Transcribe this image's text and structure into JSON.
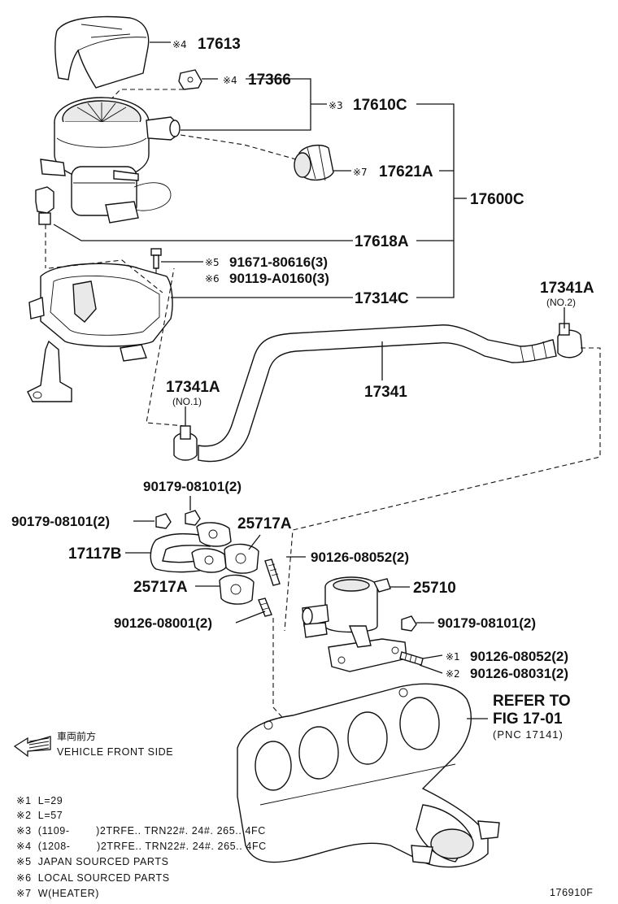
{
  "labels": {
    "p17613": "17613",
    "p17366": "17366",
    "p17610C": "17610C",
    "p17621A": "17621A",
    "p17600C": "17600C",
    "p17618A": "17618A",
    "p91671": "91671-80616(3)",
    "p90119": "90119-A0160(3)",
    "p17314C": "17314C",
    "p17341A_no2": "17341A",
    "p17341A_no2_sub": "(NO.2)",
    "p17341": "17341",
    "p17341A_no1": "17341A",
    "p17341A_no1_sub": "(NO.1)",
    "p90179_top": "90179-08101(2)",
    "p90179_left": "90179-08101(2)",
    "p25717A_top": "25717A",
    "p17117B": "17117B",
    "p90126_08052": "90126-08052(2)",
    "p25717A_mid": "25717A",
    "p25710": "25710",
    "p90126_08001": "90126-08001(2)",
    "p90179_right": "90179-08101(2)",
    "p90126_08052_m1": "90126-08052(2)",
    "p90126_08031_m2": "90126-08031(2)",
    "refer_line1": "REFER TO",
    "refer_line2": "FIG 17-01",
    "refer_line3": "(PNC 17141)"
  },
  "marks": {
    "m4a": "※4",
    "m4b": "※4",
    "m3": "※3",
    "m7": "※7",
    "m5": "※5",
    "m6": "※6",
    "m1": "※1",
    "m2": "※2"
  },
  "direction": {
    "jp": "車両前方",
    "en": "VEHICLE FRONT SIDE"
  },
  "notes": [
    "※1  L=29",
    "※2  L=57",
    "※3  (1109-        )2TRFE.. TRN22#. 24#. 265.. 4FC",
    "※4  (1208-        )2TRFE.. TRN22#. 24#. 265.. 4FC",
    "※5  JAPAN SOURCED PARTS",
    "※6  LOCAL SOURCED PARTS",
    "※7  W(HEATER)"
  ],
  "figure_id": "176910F"
}
